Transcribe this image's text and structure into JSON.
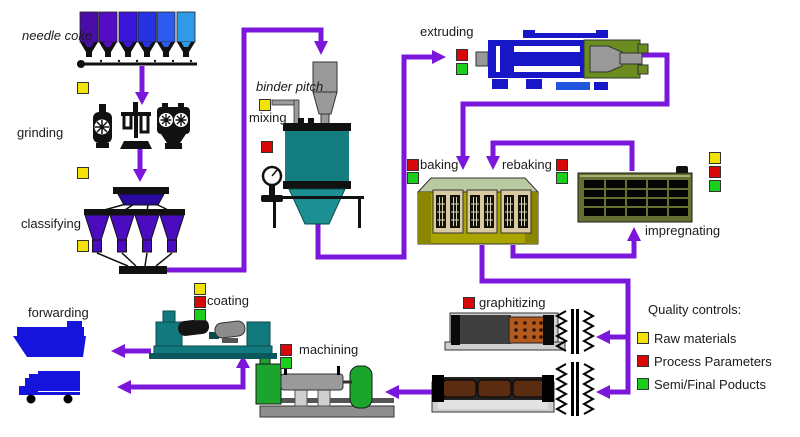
{
  "colors": {
    "flow_arrow": "#7b16db",
    "raw_materials": "#f2e205",
    "process_parameters": "#d90808",
    "semi_final_products": "#1ad01a",
    "vehicle_blue": "#1414dd",
    "hopper_shades": [
      "#4a0da8",
      "#560cc4",
      "#3a14d8",
      "#2632e4",
      "#2b5cee",
      "#2f9ae8"
    ]
  },
  "stages": {
    "needle_coke": {
      "label": "needle coke",
      "indicators": [
        "raw_materials"
      ]
    },
    "grinding": {
      "label": "grinding",
      "indicators": [
        "raw_materials"
      ]
    },
    "classifying": {
      "label": "classifying",
      "indicators": [
        "raw_materials"
      ]
    },
    "binder_pitch": {
      "label": "binder pitch",
      "indicators": []
    },
    "mixing": {
      "label": "mixing",
      "indicators": [
        "raw_materials",
        "process_parameters"
      ]
    },
    "extruding": {
      "label": "extruding",
      "indicators": [
        "process_parameters",
        "semi_final_products"
      ]
    },
    "baking": {
      "label": "baking",
      "indicators": [
        "process_parameters",
        "semi_final_products"
      ]
    },
    "rebaking": {
      "label": "rebaking",
      "indicators": [
        "process_parameters",
        "semi_final_products"
      ]
    },
    "impregnating": {
      "label": "impregnating",
      "indicators": [
        "raw_materials",
        "process_parameters",
        "semi_final_products"
      ]
    },
    "graphitizing": {
      "label": "graphitizing",
      "indicators": [
        "process_parameters"
      ]
    },
    "machining": {
      "label": "machining",
      "indicators": [
        "process_parameters",
        "semi_final_products"
      ]
    },
    "coating": {
      "label": "coating",
      "indicators": [
        "raw_materials",
        "process_parameters",
        "semi_final_products"
      ]
    },
    "forwarding": {
      "label": "forwarding",
      "indicators": []
    }
  },
  "legend": {
    "title": "Quality controls:",
    "items": [
      {
        "label": "Raw materials",
        "color_key": "raw_materials"
      },
      {
        "label": "Process Parameters",
        "color_key": "process_parameters"
      },
      {
        "label": "Semi/Final Poducts",
        "color_key": "semi_final_products"
      }
    ]
  }
}
